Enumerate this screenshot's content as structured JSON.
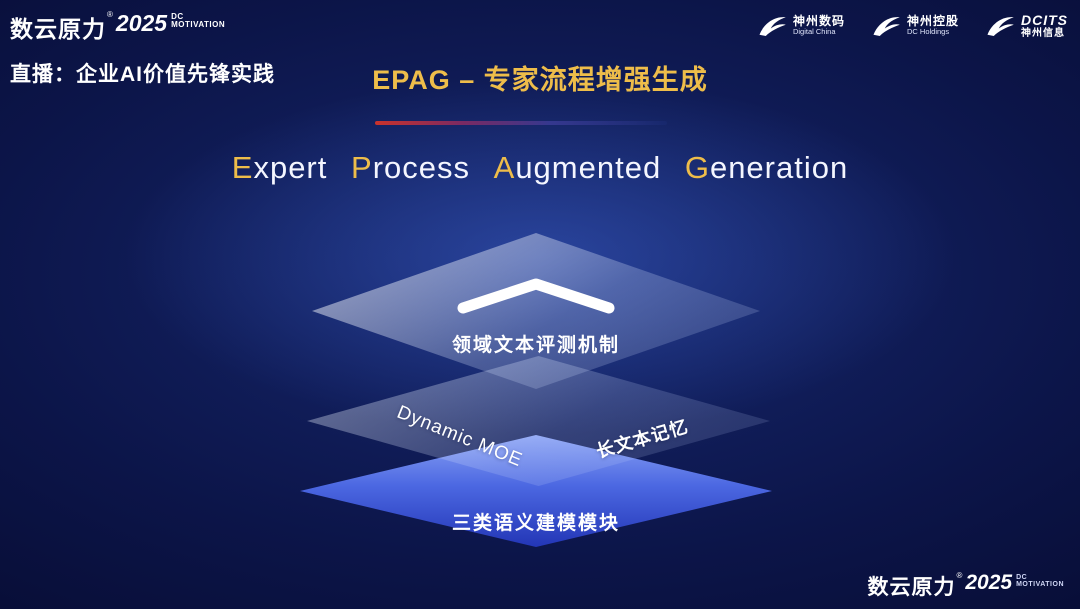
{
  "brand": {
    "name": "数云原力",
    "reg": "®",
    "year": "2025",
    "suffix_line1": "DC",
    "suffix_line2": "MOTIVATION"
  },
  "header": {
    "live_label": "直播：企业AI价值先锋实践",
    "title": "EPAG – 专家流程增强生成"
  },
  "subtitle": [
    {
      "first": "E",
      "rest": "xpert"
    },
    {
      "first": "P",
      "rest": "rocess"
    },
    {
      "first": "A",
      "rest": "ugmented"
    },
    {
      "first": "G",
      "rest": "eneration"
    }
  ],
  "partners": [
    {
      "name_cn": "神州数码",
      "name_en": "Digital China"
    },
    {
      "name_cn": "神州控股",
      "name_en": "DC Holdings"
    },
    {
      "name_primary": "DCITS",
      "name_secondary": "神州信息"
    }
  ],
  "diagram": {
    "top_layer_label": "领域文本评测机制",
    "middle_layer_left_label": "Dynamic  MOE",
    "middle_layer_right_label": "长文本记忆",
    "bottom_layer_label": "三类语义建模模块"
  },
  "colors": {
    "gold": "#eebd4a",
    "background_deep": "#060a2e",
    "background_mid": "#16286f",
    "bottom_layer_blue": "#4c68e2",
    "divider_red": "#c9322c",
    "divider_blue": "#35388f"
  }
}
